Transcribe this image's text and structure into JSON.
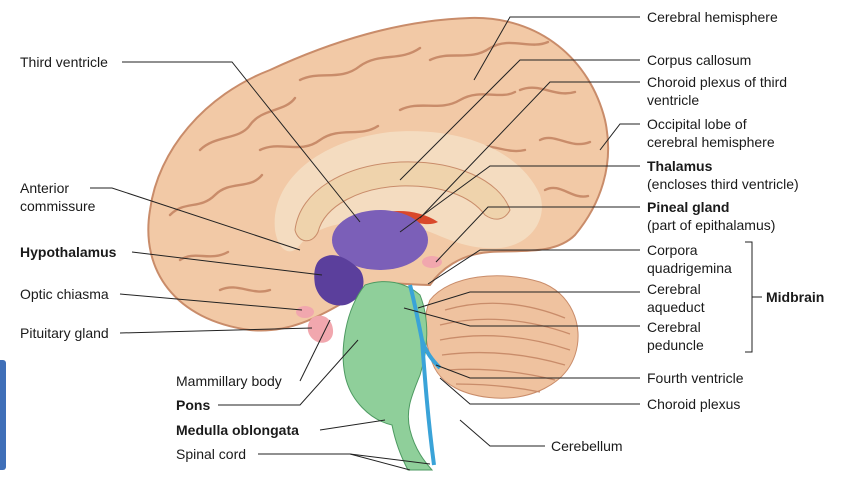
{
  "colors": {
    "cerebrum": "#f2c9a6",
    "cerebrum_fold": "#c98c6a",
    "inner_white": "#f4dcc0",
    "corpus": "#efd3ac",
    "thalamus": "#7b5fb8",
    "hypothalamus": "#5b3f9c",
    "brainstem": "#8fcf9a",
    "brainstem_dark": "#4e9a62",
    "ventricle_blue": "#3aa3d8",
    "cerebellum": "#efc29f",
    "pituitary": "#f1a7ae",
    "choroid_red": "#d9482b",
    "leader": "#222222"
  },
  "labels": {
    "left": [
      {
        "id": "third-ventricle",
        "text": "Third ventricle",
        "bold": false
      },
      {
        "id": "anterior-commissure",
        "text": "Anterior",
        "text2": "commissure",
        "bold": false
      },
      {
        "id": "hypothalamus",
        "text": "Hypothalamus",
        "bold": true
      },
      {
        "id": "optic-chiasma",
        "text": "Optic chiasma",
        "bold": false
      },
      {
        "id": "pituitary-gland",
        "text": "Pituitary gland",
        "bold": false
      },
      {
        "id": "mammillary-body",
        "text": "Mammillary body",
        "bold": false
      },
      {
        "id": "pons",
        "text": "Pons",
        "bold": true
      },
      {
        "id": "medulla-oblongata",
        "text": "Medulla oblongata",
        "bold": true
      },
      {
        "id": "spinal-cord",
        "text": "Spinal cord",
        "bold": false
      }
    ],
    "right": [
      {
        "id": "cerebral-hemisphere",
        "text": "Cerebral hemisphere",
        "bold": false
      },
      {
        "id": "corpus-callosum",
        "text": "Corpus callosum",
        "bold": false
      },
      {
        "id": "choroid-plexus-third",
        "text": "Choroid plexus of third",
        "text2": "ventricle",
        "bold": false
      },
      {
        "id": "occipital-lobe",
        "text": "Occipital lobe of",
        "text2": "cerebral hemisphere",
        "bold": false
      },
      {
        "id": "thalamus",
        "text": "Thalamus",
        "text2": "(encloses third ventricle)",
        "bold": true
      },
      {
        "id": "pineal-gland",
        "text": "Pineal gland",
        "text2": "(part of epithalamus)",
        "bold": true
      },
      {
        "id": "corpora-quadrigemina",
        "text": "Corpora",
        "text2": "quadrigemina",
        "bold": false
      },
      {
        "id": "cerebral-aqueduct",
        "text": "Cerebral",
        "text2": "aqueduct",
        "bold": false
      },
      {
        "id": "cerebral-peduncle",
        "text": "Cerebral",
        "text2": "peduncle",
        "bold": false
      },
      {
        "id": "fourth-ventricle",
        "text": "Fourth ventricle",
        "bold": false
      },
      {
        "id": "choroid-plexus",
        "text": "Choroid plexus",
        "bold": false
      },
      {
        "id": "cerebellum",
        "text": "Cerebellum",
        "bold": false
      }
    ],
    "group": {
      "id": "midbrain",
      "text": "Midbrain",
      "bold": true
    }
  }
}
